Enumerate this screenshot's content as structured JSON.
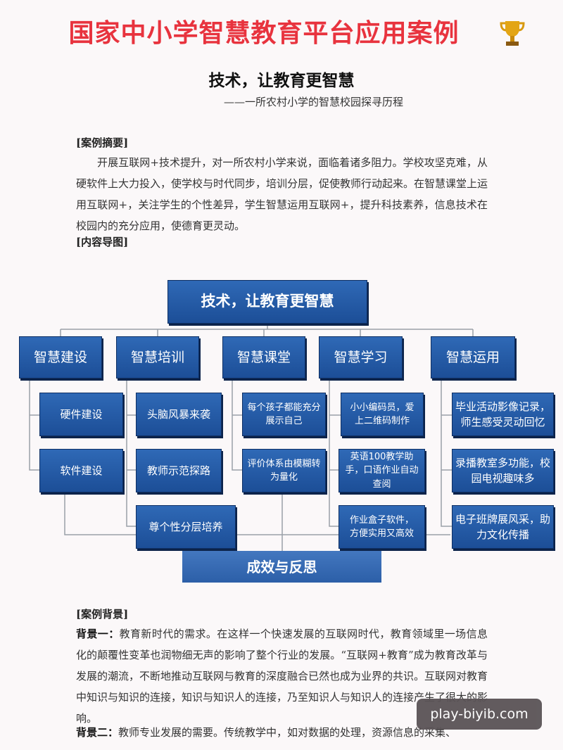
{
  "title": "国家中小学智慧教育平台应用案例",
  "trophy_icon": "trophy-icon",
  "subtitle": "技术，让教育更智慧",
  "subsubtitle": "——一所农村小学的智慧校园探寻历程",
  "summary": {
    "heading": "[案例摘要]",
    "text": "开展互联网+技术提升，对一所农村小学来说，面临着诸多阻力。学校攻坚克难，从硬软件上大力投入，使学校与时代同步，培训分层，促使教师行动起来。在智慧课堂上运用互联网+，关注学生的个性差异，学生智慧运用互联网+，提升科技素养，信息技术在校园内的充分应用，使德育更灵动。"
  },
  "map_heading": "[内容导图]",
  "diagram": {
    "root": "技术，让教育更智慧",
    "branches": [
      {
        "label": "智慧建设",
        "items": [
          "硬件建设",
          "软件建设"
        ]
      },
      {
        "label": "智慧培训",
        "items": [
          "头脑风暴来袭",
          "教师示范探路",
          "尊个性分层培养"
        ]
      },
      {
        "label": "智慧课堂",
        "items": [
          "每个孩子都能充分展示自己",
          "评价体系由模糊转为量化"
        ]
      },
      {
        "label": "智慧学习",
        "items": [
          "小小编码员，爱上二维码制作",
          "英语100教学助手，口语作业自动查阅",
          "作业盒子软件，方便实用又高效"
        ]
      },
      {
        "label": "智慧运用",
        "items": [
          "毕业活动影像记录，师生感受灵动回忆",
          "录播教室多功能，校园电视趣味多",
          "电子班牌展风采，助力文化传播"
        ]
      }
    ],
    "bottom": "成效与反思"
  },
  "background": {
    "heading": "[案例背景]",
    "p1_lead": "背景一：",
    "p1": "教育新时代的需求。在这样一个快速发展的互联网时代，教育领域里一场信息化的颠覆性变革也润物细无声的影响了整个行业的发展。“互联网+教育”成为教育改革与发展的潮流，不断地推动互联网与教育的深度融合已然也成为业界的共识。互联网对教育中知识与知识的连接，知识与知识人的连接，乃至知识人与知识人的连接产生了很大的影响。",
    "p2_lead": "背景二：",
    "p2": "教师专业发展的需要。传统教学中，如对数据的处理，资源信息的采集、"
  },
  "watermark": "play-biyib.com",
  "colors": {
    "title": "#e8333e",
    "box": "#1f539c"
  }
}
